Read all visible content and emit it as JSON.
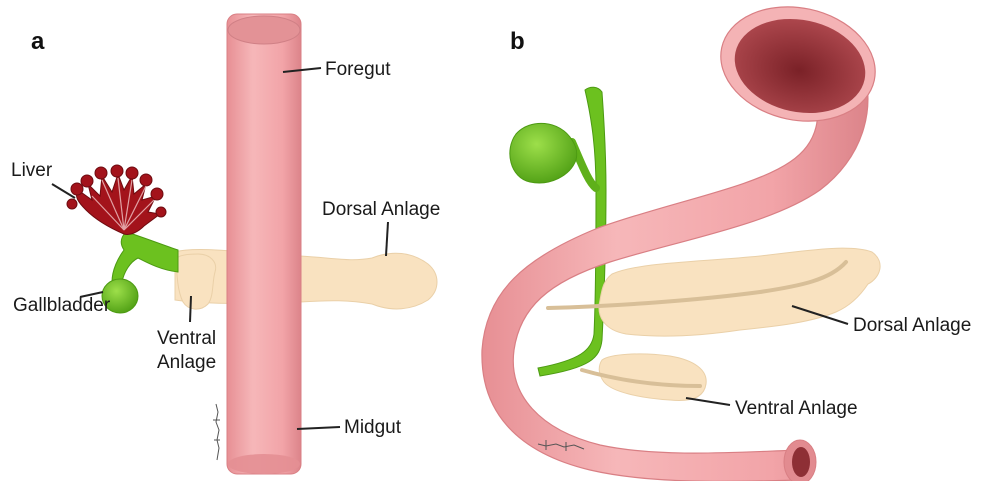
{
  "panels": {
    "a": {
      "letter": "a",
      "labels": {
        "foregut": "Foregut",
        "liver": "Liver",
        "dorsal": "Dorsal Anlage",
        "gallbladder": "Gallbladder",
        "ventral_line1": "Ventral",
        "ventral_line2": "Anlage",
        "midgut": "Midgut"
      }
    },
    "b": {
      "letter": "b",
      "labels": {
        "dorsal": "Dorsal Anlage",
        "ventral": "Ventral Anlage"
      }
    }
  },
  "colors": {
    "gut": "#f2a9ab",
    "gut_dark": "#d97f84",
    "gut_lumen": "#8e2f35",
    "pancreas": "#f9e2c0",
    "duct": "#d8bf98",
    "bile": "#6cc11f",
    "bile_dark": "#4c9a12",
    "liver": "#a3131b"
  }
}
